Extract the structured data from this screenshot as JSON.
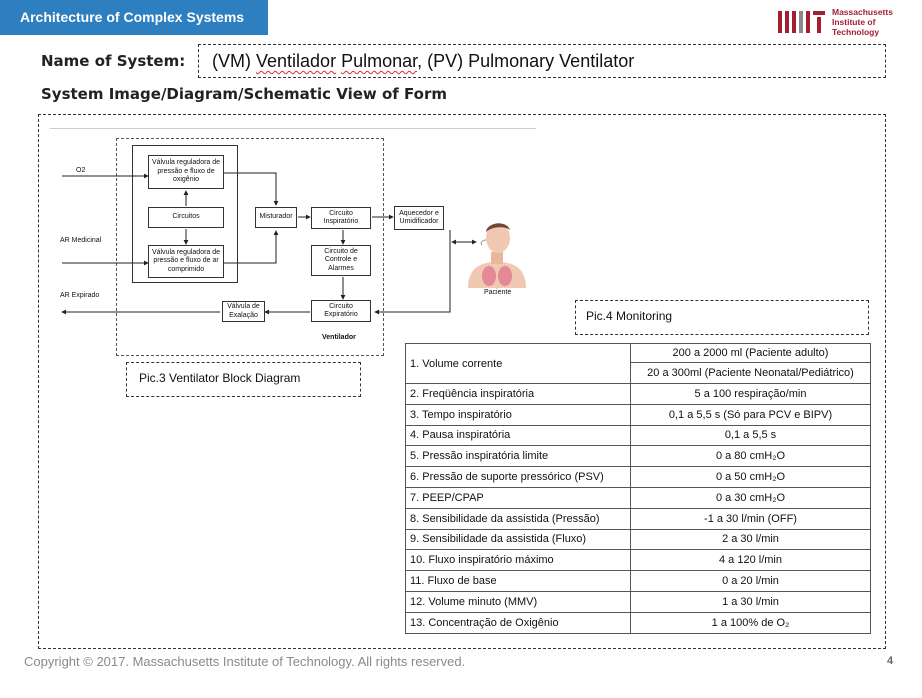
{
  "header": {
    "banner": "Architecture of Complex Systems"
  },
  "logo": {
    "line1": "Massachusetts",
    "line2": "Institute of",
    "line3": "Technology",
    "color": "#a31f34"
  },
  "system": {
    "name_label": "Name of System:",
    "name_pre": "(VM) ",
    "name_w1": "Ventilador",
    "name_sp1": " ",
    "name_w2": "Pulmonar",
    "name_post": ", (PV) Pulmonary Ventilator",
    "view_label": "System Image/Diagram/Schematic View of Form"
  },
  "diagram": {
    "valve_o2": "Válvula reguladora de pressão e fluxo de oxigênio",
    "circuits": "Circuitos",
    "valve_air": "Válvula reguladora de pressão e fluxo de ar comprimido",
    "mixer": "Misturador",
    "insp": "Circuito Inspiratório",
    "control": "Circuito de Controle e Alarmes",
    "exp": "Circuito Expiratório",
    "exhale": "Válvula de Exalação",
    "heater": "Aquecedor e Umidificador",
    "o2": "O2",
    "air": "AR Medicinal",
    "expired": "AR Expirado",
    "ventilator": "Ventilador",
    "patient": "Paciente",
    "caption": "Pic.3 Ventilator Block Diagram"
  },
  "monitoring": {
    "caption": "Pic.4 Monitoring",
    "row1": {
      "param": "1.  Volume corrente",
      "v1": "200 a 2000 ml (Paciente adulto)",
      "v2": "20 a 300ml (Paciente Neonatal/Pediátrico)"
    },
    "rows": [
      {
        "param": "2. Freqüência inspiratória",
        "value": "5 a 100 respiração/min"
      },
      {
        "param": "3. Tempo inspiratório",
        "value": "0,1 a 5,5 s (Só para PCV e BIPV)"
      },
      {
        "param": "4. Pausa inspiratória",
        "value": "0,1 a 5,5 s"
      },
      {
        "param": "5. Pressão inspiratória limite",
        "value": "0 a 80 cmH₂O"
      },
      {
        "param": "6. Pressão de suporte pressórico (PSV)",
        "value": "0 a 50 cmH₂O"
      },
      {
        "param": "7. PEEP/CPAP",
        "value": "0 a 30 cmH₂O"
      },
      {
        "param": "8. Sensibilidade da assistida (Pressão)",
        "value": "-1 a 30 l/min (OFF)"
      },
      {
        "param": "9. Sensibilidade da assistida (Fluxo)",
        "value": "2 a 30 l/min"
      },
      {
        "param": "10. Fluxo inspiratório máximo",
        "value": "4 a 120 l/min"
      },
      {
        "param": "11. Fluxo de base",
        "value": "0 a 20 l/min"
      },
      {
        "param": "12. Volume minuto (MMV)",
        "value": "1 a 30 l/min"
      },
      {
        "param": "13. Concentração de Oxigênio",
        "value": "1 a 100% de O₂"
      }
    ]
  },
  "footer": {
    "copyright": "Copyright © 2017. Massachusetts Institute of Technology. All rights reserved.",
    "page": "4"
  }
}
